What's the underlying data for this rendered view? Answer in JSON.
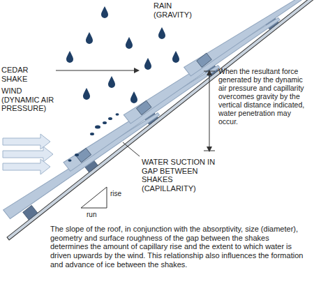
{
  "diagram": {
    "labels": [
      "RAIN (GRAVITY)",
      "CEDAR SHAKE",
      "WIND (DYNAMIC AIR PRESSURE)",
      "When the resultant force generated by the dynamic air pressure and capillarity overcomes gravity by the vertical distance indicated, water penetration may occur.",
      "WATER SUCTION IN GAP BETWEEN SHAKES (CAPILLARITY)",
      "rise",
      "run",
      "The slope of the roof, in conjunction with the absorptivity, size (diameter), geometry and surface roughness of the gap between the shakes determines the amount of capillary rise and the extent to which water is driven upwards by the wind. This relationship also influences the formation and advance of ice between the shakes."
    ]
  }
}
